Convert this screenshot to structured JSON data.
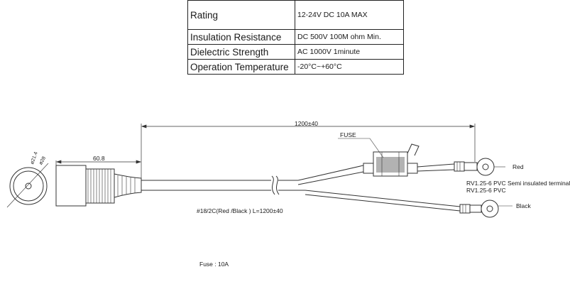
{
  "specs": [
    {
      "param": "Rating",
      "value": "12-24V DC 10A MAX"
    },
    {
      "param": "Insulation Resistance",
      "value": "DC 500V 100M ohm Min."
    },
    {
      "param": "Dielectric Strength",
      "value": "AC 1000V 1minute"
    },
    {
      "param": "Operation Temperature",
      "value": "-20°C~+60°C"
    }
  ],
  "drawing": {
    "length_dim": "1200±40",
    "socket_dim": "60.8",
    "dia_outer": "ø28",
    "dia_inner": "ø21.4",
    "fuse_label": "FUSE",
    "red_label": "Red",
    "black_label": "Black",
    "terminal_line1": "RV1.25-6 PVC Semi insulated terminal",
    "terminal_line2": "RV1.25-6 PVC",
    "cable_spec": "#18/2C(Red      /Black            ) L=1200±40",
    "fuse_note": "Fuse   :  10A"
  }
}
